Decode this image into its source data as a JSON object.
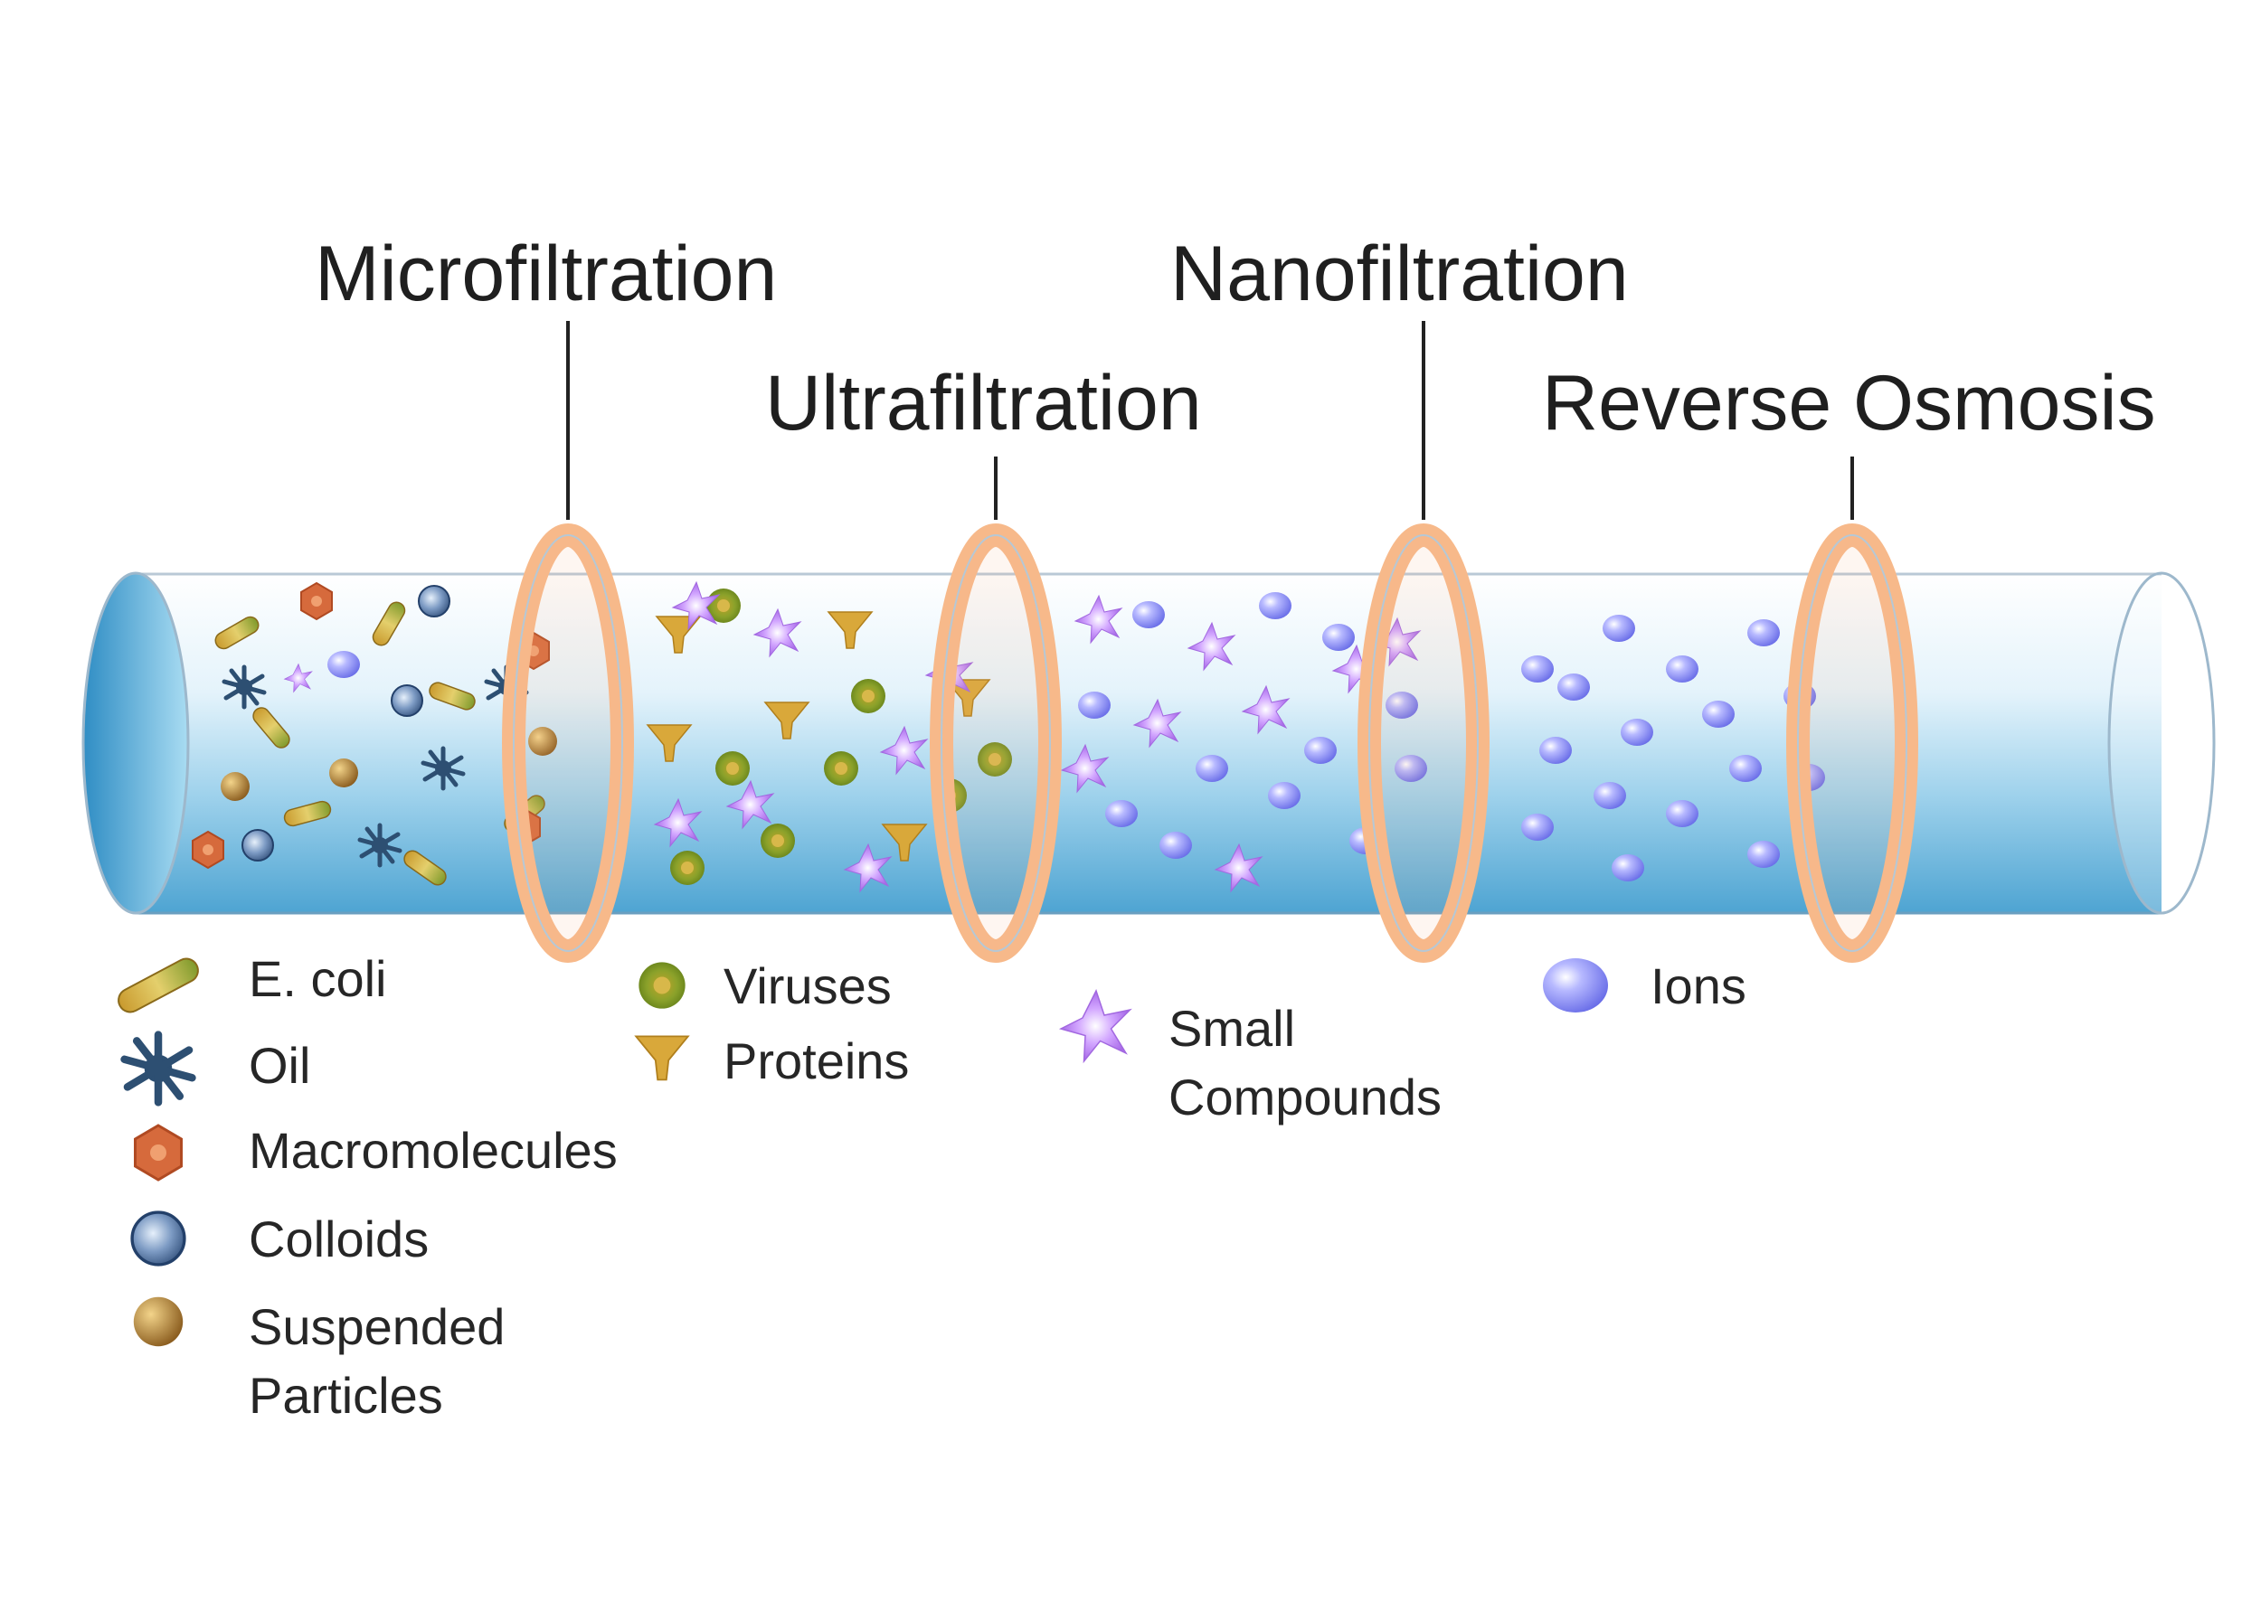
{
  "stages": [
    {
      "id": "micro",
      "label": "Microfiltration"
    },
    {
      "id": "ultra",
      "label": "Ultrafiltration"
    },
    {
      "id": "nano",
      "label": "Nanofiltration"
    },
    {
      "id": "ro",
      "label": "Reverse Osmosis"
    }
  ],
  "legend": {
    "micro": [
      {
        "key": "ecoli",
        "label": "E. coli",
        "icon": "rod-bacterium-icon"
      },
      {
        "key": "oil",
        "label": "Oil",
        "icon": "oil-droplet-icon"
      },
      {
        "key": "macro",
        "label": "Macromolecules",
        "icon": "macromolecule-icon"
      },
      {
        "key": "colloid",
        "label": "Colloids",
        "icon": "colloid-icon"
      },
      {
        "key": "susp",
        "label": "Suspended",
        "label2": "Particles",
        "icon": "particle-sphere-icon"
      }
    ],
    "ultra": [
      {
        "key": "virus",
        "label": "Viruses",
        "icon": "virus-icon"
      },
      {
        "key": "protein",
        "label": "Proteins",
        "icon": "protein-icon"
      }
    ],
    "nano": [
      {
        "key": "small",
        "label": "Small",
        "label2": "Compounds",
        "icon": "star-compound-icon"
      }
    ],
    "ro": [
      {
        "key": "ion",
        "label": "Ions",
        "icon": "ion-sphere-icon"
      }
    ]
  },
  "colors": {
    "tube_water": "#6fb7dc",
    "membrane_ring": "#f7b98a",
    "ecoli": "#c9a33a",
    "oil": "#2d4f72",
    "macromolecule": "#d66a3c",
    "colloid": "#5a7ea8",
    "suspended_particle": "#a87a2e",
    "virus": "#8aa12a",
    "protein": "#d9a83a",
    "small_compound": "#b07ae8",
    "ion": "#7f86f0"
  }
}
